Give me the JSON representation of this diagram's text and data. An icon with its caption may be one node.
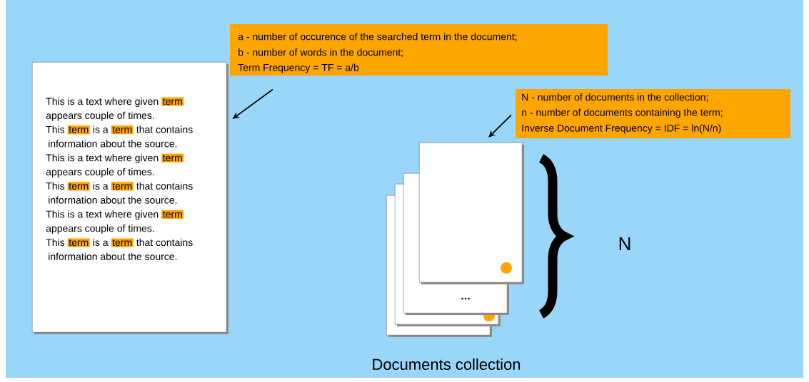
{
  "diagram": {
    "nodes": [
      {
        "text": [
          "This is a text where given",
          "term",
          "appears couple of times.",
          "This",
          "term",
          "is a",
          "term",
          "that contains",
          "information about the source.",
          "This is a text where given",
          "term",
          "appears couple of times.",
          "This",
          "term",
          "is a",
          "term",
          "that contains",
          "information about the source.",
          "This is a text where given",
          "term",
          "appears couple of times.",
          "This",
          "term",
          "is a",
          "term",
          "that contains",
          "information about the source."
        ]
      },
      {
        "text": [
          "a - number of occurence of the searched term in the document;",
          "b - number of words in the document;",
          "Term Frequency = TF = a/b"
        ]
      },
      {
        "text": [
          "N - number of documents in the collection;",
          "n - number of documents containing the term;",
          "Inverse Document Frequency = IDF = ln(N/n)"
        ]
      },
      {
        "text": [],
        "shape": "box"
      },
      {
        "text": [],
        "shape": "box"
      },
      {
        "text": [
          "..."
        ]
      },
      {
        "text": [],
        "shape": "box"
      }
    ],
    "edges": [
      {
        "from": 1,
        "to": 0,
        "arrow": "to"
      },
      {
        "from": 2,
        "to": 6,
        "arrow": "to"
      }
    ],
    "labels": [
      "N",
      "Documents collection"
    ]
  }
}
